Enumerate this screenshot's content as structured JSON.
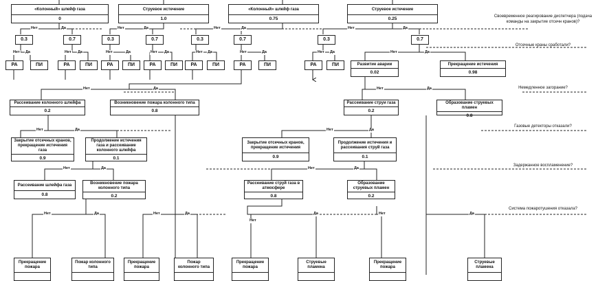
{
  "questions": [
    "Своевременное реагирование диспетчера (подача команды на закрытие отсечн кранов)?",
    "Отсечные краны сработали?",
    "Немедленное загорание?",
    "Газовые детекторы отказали?",
    "Задержанное воспламенение?",
    "Система пожаротушения отказала?"
  ],
  "branch_labels": {
    "no": "Нет",
    "yes": "Да"
  },
  "level1": [
    {
      "title": "«Колонный» шлейф газа",
      "value": "0"
    },
    {
      "title": "Струевое истечение",
      "value": "1.0"
    },
    {
      "title": "«Колонный» шлейф газа",
      "value": "0.75"
    },
    {
      "title": "Струевое истечение",
      "value": "0.25"
    }
  ],
  "level2_probs": [
    "0.3",
    "0.7",
    "0.3",
    "0.7",
    "0.3",
    "0.7",
    "0.3",
    "0.7"
  ],
  "level3_outcomes": {
    "ra": "РА",
    "pi": "ПИ"
  },
  "right_branch": [
    {
      "title": "Развитие аварии",
      "value": "0.02"
    },
    {
      "title": "Прекращение истечения",
      "value": "0.98"
    }
  ],
  "ignition": [
    {
      "title": "Рассеивание колонного шлейфа",
      "value": "0.2"
    },
    {
      "title": "Возникновение пожара колонного типа",
      "value": "0.8"
    },
    {
      "title": "Рассеивание струи газа",
      "value": "0.2"
    },
    {
      "title": "Образование струевых пламен",
      "value": "0.8"
    }
  ],
  "detectors": [
    {
      "title": "Закрытие отсечных кранов, прекращение истечения газа",
      "value": "0.9"
    },
    {
      "title": "Продолжение истечения газа и рассеивание колонного шлейфа",
      "value": "0.1"
    },
    {
      "title": "Закрытие отсечных кранов, прекращение истечения",
      "value": "0.9"
    },
    {
      "title": "Продолжение истечения и рассеивания струй газа",
      "value": "0.1"
    }
  ],
  "delayed": [
    {
      "title": "Рассеивание шлейфа газа",
      "value": "0.8"
    },
    {
      "title": "Возникновение пожара колонного типа",
      "value": "0.2"
    },
    {
      "title": "Рассеивание струй газа в атмосфере",
      "value": "0.8"
    },
    {
      "title": "Образование струевых пламен",
      "value": "0.2"
    }
  ],
  "final": [
    {
      "title": "Прекращение пожара"
    },
    {
      "title": "Пожар колонного типа"
    },
    {
      "title": "Прекращение пожара"
    },
    {
      "title": "Пожар колонного типа"
    },
    {
      "title": "Прекращение пожара"
    },
    {
      "title": "Струевые пламена"
    },
    {
      "title": "Прекращение пожара"
    },
    {
      "title": "Струевые пламена"
    }
  ]
}
